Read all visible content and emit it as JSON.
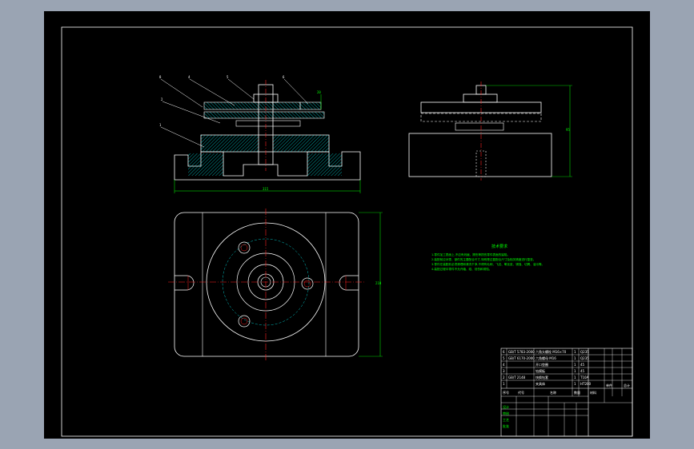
{
  "window": {
    "background": "#9aa4b3",
    "canvas_color": "#000000"
  },
  "colors": {
    "outline": "#ffffff",
    "centerline": "#ff2020",
    "hatch": "#00e5e5",
    "dimension": "#00ff00",
    "hidden": "#00c8c8"
  },
  "callouts": [
    "8",
    "4",
    "5",
    "6",
    "2",
    "1"
  ],
  "dimensions": {
    "front_width": "315",
    "side_height": "95",
    "plan_height": "210",
    "top_right": "20"
  },
  "notes": {
    "title": "技术要求",
    "lines": [
      "1.零件加工表面上,不应有划痕、擦伤等损伤零件表面的缺陷。",
      "2.装配前应对零、部件的主要配合尺寸,特别是过盈配合尺寸及相关精度进行复查。",
      "3.零件在装配前必须清理和清洗干净,不得有毛刺、飞边、氧化皮、锈蚀、切屑、油污等。",
      "4.装配过程中零件不允许磕、碰、划伤和锈蚀。"
    ]
  },
  "title_block": {
    "rows": [
      [
        "6",
        "GB/T 5783-2000",
        "六角头螺栓 M16×70",
        "1",
        "Q235"
      ],
      [
        "5",
        "GB/T 6170-2000",
        "六角螺母 M16",
        "1",
        "Q235"
      ],
      [
        "4",
        "",
        "开口垫圈",
        "1",
        "45"
      ],
      [
        "3",
        "",
        "钻模板",
        "1",
        "45"
      ],
      [
        "2",
        "GB/T 2148",
        "快换钻套",
        "1",
        "T10A"
      ],
      [
        "1",
        "",
        "夹具体",
        "1",
        "HT200"
      ]
    ],
    "header": [
      "序号",
      "代号",
      "名称",
      "数量",
      "材料",
      "单件",
      "总计"
    ],
    "sign_labels": [
      "设计",
      "审核",
      "工艺",
      "批准"
    ]
  }
}
